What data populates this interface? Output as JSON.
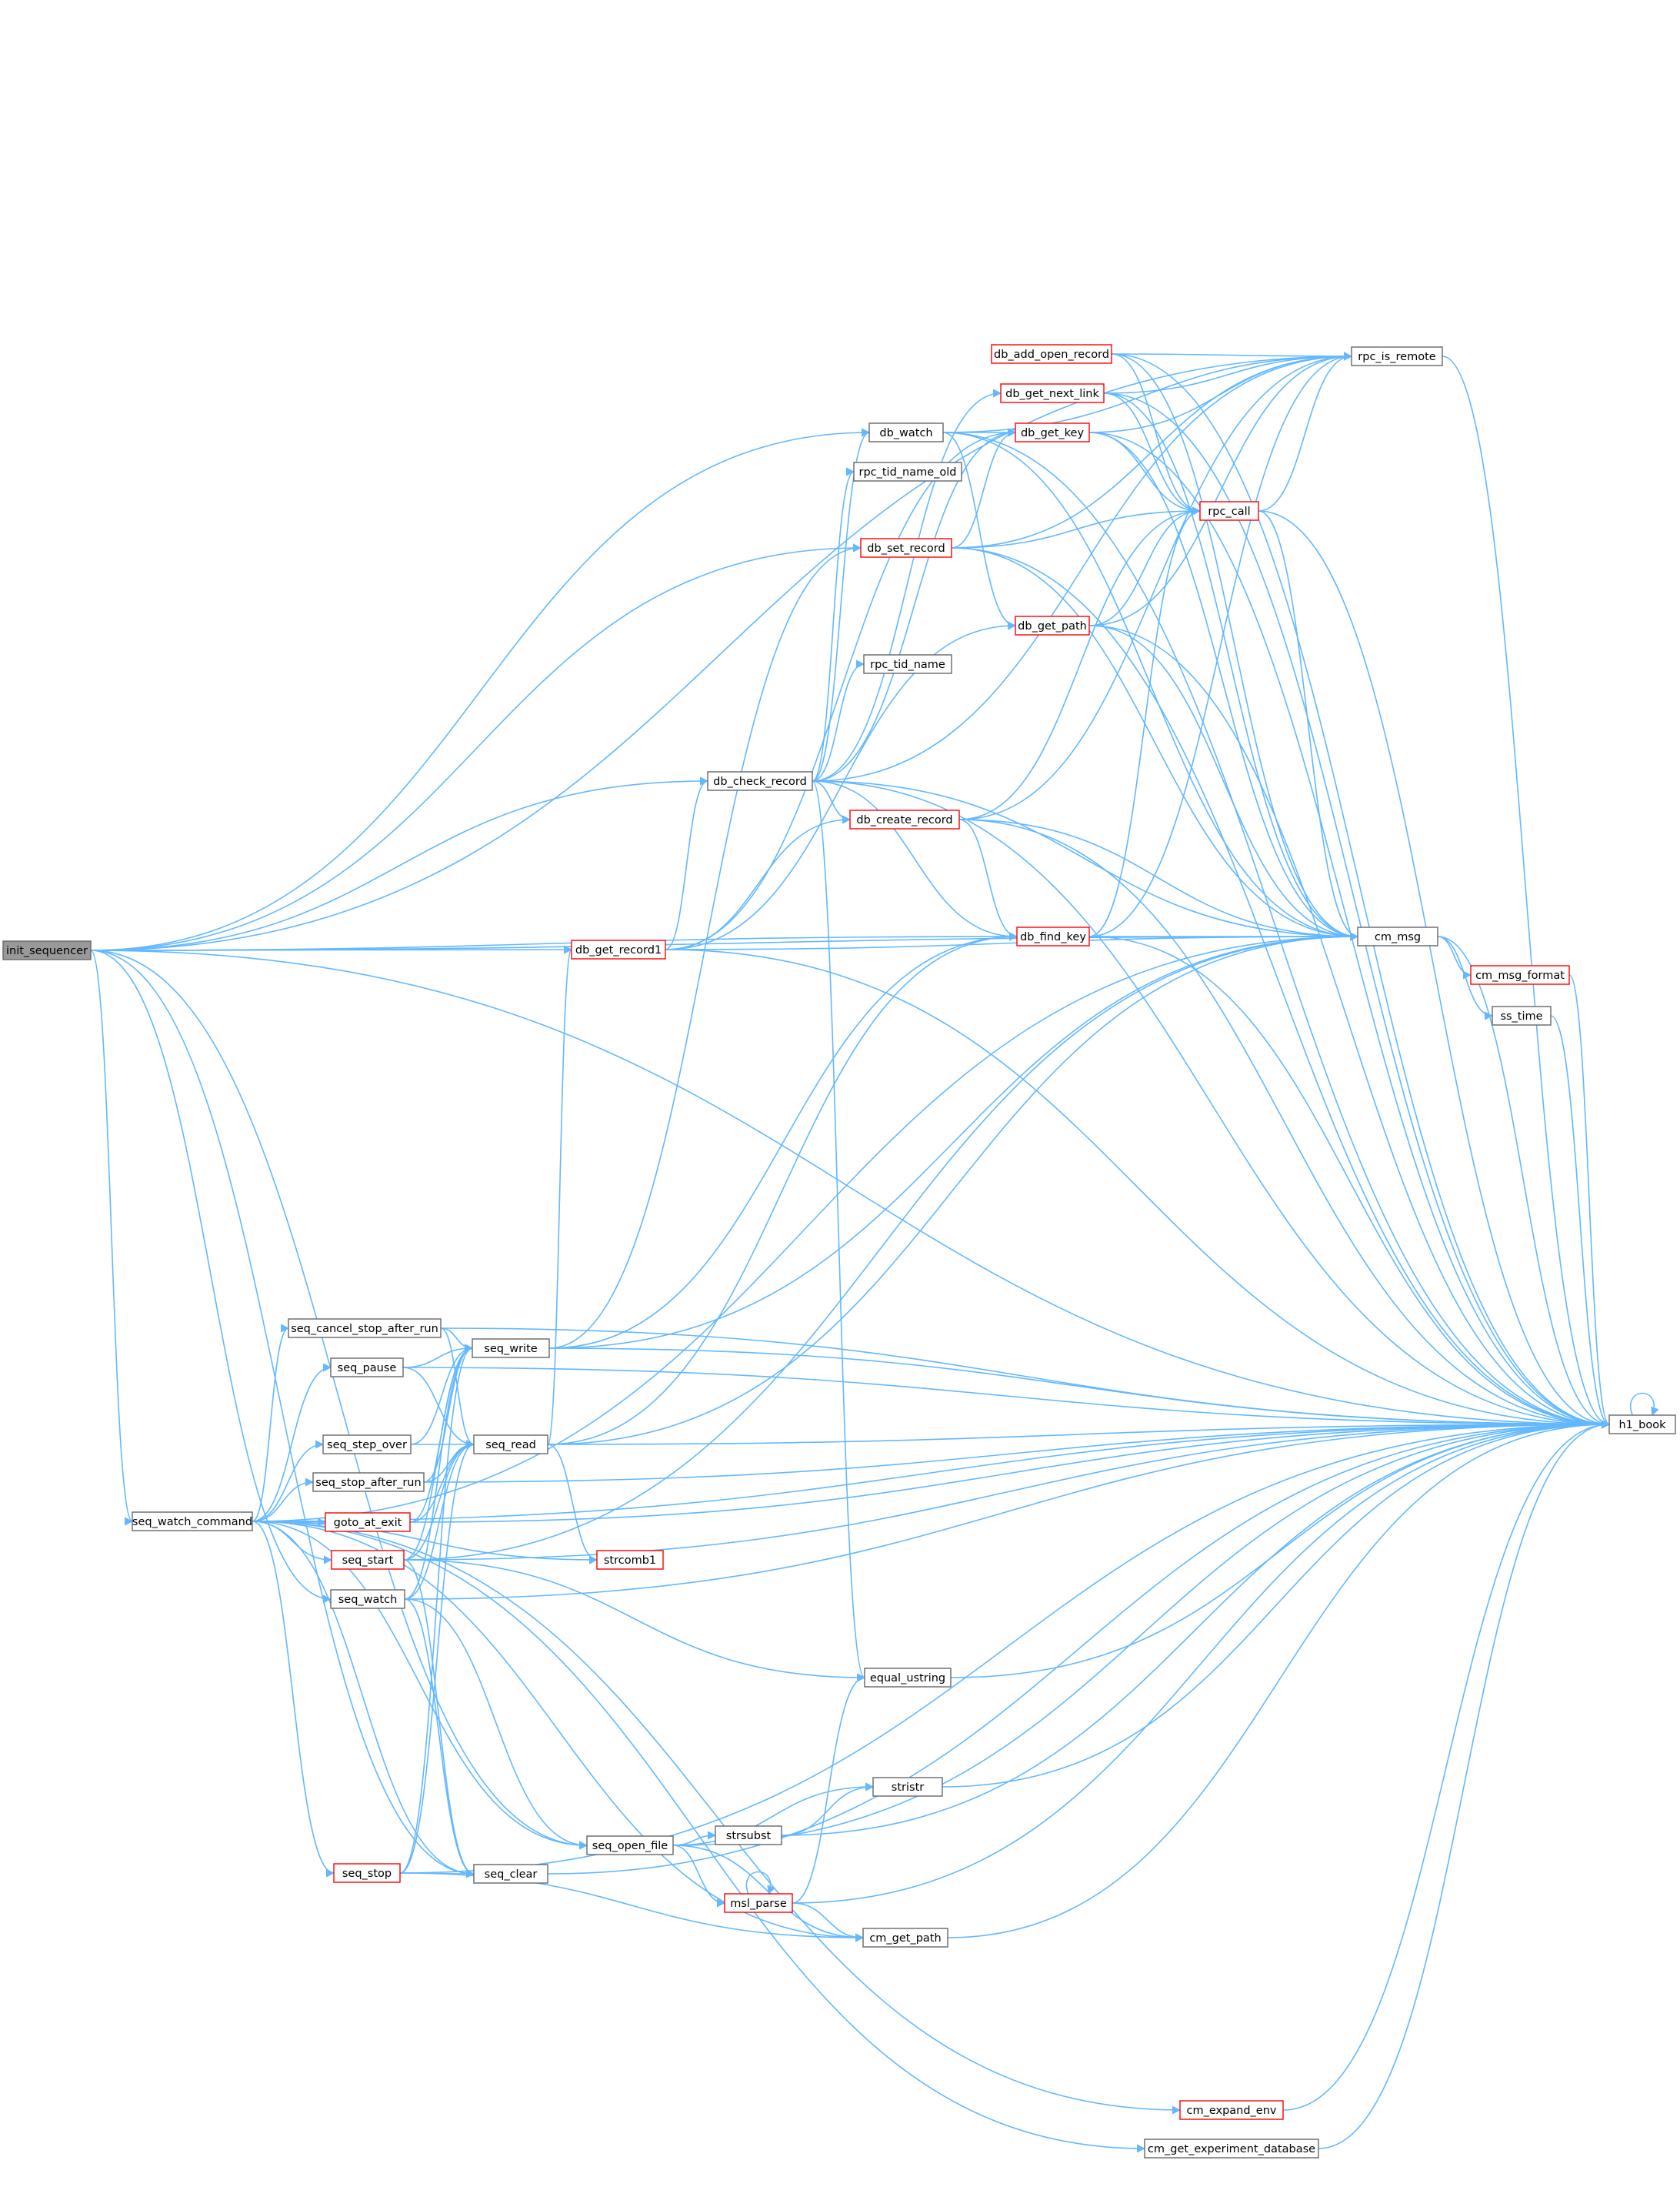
{
  "graph": {
    "edge_color": "#63b8ff",
    "node_border_color": "#666666",
    "highlight_border_color": "#ff0000",
    "root_fill_color": "#999999",
    "nodes": [
      {
        "id": "init_sequencer",
        "label": "init_sequencer",
        "style": "root"
      },
      {
        "id": "seq_watch_command",
        "label": "seq_watch_command",
        "style": "normal"
      },
      {
        "id": "seq_cancel_stop_after_run",
        "label": "seq_cancel_stop_after_run",
        "style": "normal"
      },
      {
        "id": "seq_pause",
        "label": "seq_pause",
        "style": "normal"
      },
      {
        "id": "seq_step_over",
        "label": "seq_step_over",
        "style": "normal"
      },
      {
        "id": "seq_stop_after_run",
        "label": "seq_stop_after_run",
        "style": "normal"
      },
      {
        "id": "goto_at_exit",
        "label": "goto_at_exit",
        "style": "red"
      },
      {
        "id": "seq_start",
        "label": "seq_start",
        "style": "red"
      },
      {
        "id": "seq_watch",
        "label": "seq_watch",
        "style": "normal"
      },
      {
        "id": "seq_stop",
        "label": "seq_stop",
        "style": "red"
      },
      {
        "id": "seq_write",
        "label": "seq_write",
        "style": "normal"
      },
      {
        "id": "seq_read",
        "label": "seq_read",
        "style": "normal"
      },
      {
        "id": "seq_clear",
        "label": "seq_clear",
        "style": "normal"
      },
      {
        "id": "seq_open_file",
        "label": "seq_open_file",
        "style": "normal"
      },
      {
        "id": "strcomb1",
        "label": "strcomb1",
        "style": "red"
      },
      {
        "id": "db_get_record1",
        "label": "db_get_record1",
        "style": "red"
      },
      {
        "id": "db_check_record",
        "label": "db_check_record",
        "style": "normal"
      },
      {
        "id": "db_watch",
        "label": "db_watch",
        "style": "normal"
      },
      {
        "id": "rpc_tid_name_old",
        "label": "rpc_tid_name_old",
        "style": "normal"
      },
      {
        "id": "db_set_record",
        "label": "db_set_record",
        "style": "red"
      },
      {
        "id": "rpc_tid_name",
        "label": "rpc_tid_name",
        "style": "normal"
      },
      {
        "id": "db_create_record",
        "label": "db_create_record",
        "style": "red"
      },
      {
        "id": "equal_ustring",
        "label": "equal_ustring",
        "style": "normal"
      },
      {
        "id": "stristr",
        "label": "stristr",
        "style": "normal"
      },
      {
        "id": "strsubst",
        "label": "strsubst",
        "style": "normal"
      },
      {
        "id": "msl_parse",
        "label": "msl_parse",
        "style": "red"
      },
      {
        "id": "cm_get_path",
        "label": "cm_get_path",
        "style": "normal"
      },
      {
        "id": "db_add_open_record",
        "label": "db_add_open_record",
        "style": "red"
      },
      {
        "id": "db_get_next_link",
        "label": "db_get_next_link",
        "style": "red"
      },
      {
        "id": "db_get_key",
        "label": "db_get_key",
        "style": "red"
      },
      {
        "id": "db_get_path",
        "label": "db_get_path",
        "style": "red"
      },
      {
        "id": "db_find_key",
        "label": "db_find_key",
        "style": "red"
      },
      {
        "id": "rpc_call",
        "label": "rpc_call",
        "style": "red"
      },
      {
        "id": "rpc_is_remote",
        "label": "rpc_is_remote",
        "style": "normal"
      },
      {
        "id": "cm_msg",
        "label": "cm_msg",
        "style": "normal"
      },
      {
        "id": "cm_msg_format",
        "label": "cm_msg_format",
        "style": "red"
      },
      {
        "id": "ss_time",
        "label": "ss_time",
        "style": "normal"
      },
      {
        "id": "h1_book",
        "label": "h1_book",
        "style": "normal"
      },
      {
        "id": "cm_expand_env",
        "label": "cm_expand_env",
        "style": "red"
      },
      {
        "id": "cm_get_experiment_database",
        "label": "cm_get_experiment_database",
        "style": "normal"
      }
    ],
    "edges": [
      [
        "init_sequencer",
        "h1_book"
      ],
      [
        "init_sequencer",
        "rpc_is_remote"
      ],
      [
        "init_sequencer",
        "db_watch"
      ],
      [
        "init_sequencer",
        "db_set_record"
      ],
      [
        "init_sequencer",
        "db_check_record"
      ],
      [
        "init_sequencer",
        "db_find_key"
      ],
      [
        "init_sequencer",
        "db_get_record1"
      ],
      [
        "init_sequencer",
        "cm_msg"
      ],
      [
        "init_sequencer",
        "seq_watch_command"
      ],
      [
        "init_sequencer",
        "seq_watch"
      ],
      [
        "init_sequencer",
        "seq_clear"
      ],
      [
        "init_sequencer",
        "seq_open_file"
      ],
      [
        "seq_watch_command",
        "seq_cancel_stop_after_run"
      ],
      [
        "seq_watch_command",
        "seq_pause"
      ],
      [
        "seq_watch_command",
        "seq_step_over"
      ],
      [
        "seq_watch_command",
        "seq_stop_after_run"
      ],
      [
        "seq_watch_command",
        "goto_at_exit"
      ],
      [
        "seq_watch_command",
        "seq_start"
      ],
      [
        "seq_watch_command",
        "seq_stop"
      ],
      [
        "seq_watch_command",
        "seq_open_file"
      ],
      [
        "seq_watch_command",
        "seq_clear"
      ],
      [
        "seq_watch_command",
        "strcomb1"
      ],
      [
        "seq_watch_command",
        "cm_msg"
      ],
      [
        "seq_watch_command",
        "h1_book"
      ],
      [
        "seq_watch_command",
        "cm_expand_env"
      ],
      [
        "seq_watch_command",
        "cm_get_experiment_database"
      ],
      [
        "seq_watch_command",
        "cm_get_path"
      ],
      [
        "seq_cancel_stop_after_run",
        "seq_write"
      ],
      [
        "seq_cancel_stop_after_run",
        "seq_read"
      ],
      [
        "seq_cancel_stop_after_run",
        "h1_book"
      ],
      [
        "seq_pause",
        "seq_write"
      ],
      [
        "seq_pause",
        "seq_read"
      ],
      [
        "seq_pause",
        "h1_book"
      ],
      [
        "seq_step_over",
        "seq_write"
      ],
      [
        "seq_step_over",
        "seq_read"
      ],
      [
        "seq_stop_after_run",
        "seq_write"
      ],
      [
        "seq_stop_after_run",
        "seq_read"
      ],
      [
        "seq_stop_after_run",
        "h1_book"
      ],
      [
        "goto_at_exit",
        "seq_write"
      ],
      [
        "goto_at_exit",
        "seq_read"
      ],
      [
        "goto_at_exit",
        "h1_book"
      ],
      [
        "seq_start",
        "seq_write"
      ],
      [
        "seq_start",
        "seq_read"
      ],
      [
        "seq_start",
        "cm_msg"
      ],
      [
        "seq_start",
        "equal_ustring"
      ],
      [
        "seq_start",
        "seq_clear"
      ],
      [
        "seq_start",
        "h1_book"
      ],
      [
        "seq_watch",
        "seq_write"
      ],
      [
        "seq_watch",
        "seq_read"
      ],
      [
        "seq_watch",
        "h1_book"
      ],
      [
        "seq_watch",
        "seq_clear"
      ],
      [
        "seq_watch",
        "seq_open_file"
      ],
      [
        "seq_stop",
        "seq_write"
      ],
      [
        "seq_stop",
        "seq_read"
      ],
      [
        "seq_stop",
        "seq_clear"
      ],
      [
        "seq_stop",
        "cm_get_path"
      ],
      [
        "seq_stop",
        "h1_book"
      ],
      [
        "seq_write",
        "db_set_record"
      ],
      [
        "seq_write",
        "db_find_key"
      ],
      [
        "seq_write",
        "cm_msg"
      ],
      [
        "seq_write",
        "h1_book"
      ],
      [
        "seq_read",
        "db_get_record1"
      ],
      [
        "seq_read",
        "db_find_key"
      ],
      [
        "seq_read",
        "cm_msg"
      ],
      [
        "seq_read",
        "strcomb1"
      ],
      [
        "seq_read",
        "h1_book"
      ],
      [
        "seq_clear",
        "h1_book"
      ],
      [
        "seq_open_file",
        "stristr"
      ],
      [
        "seq_open_file",
        "strsubst"
      ],
      [
        "seq_open_file",
        "msl_parse"
      ],
      [
        "seq_open_file",
        "cm_get_path"
      ],
      [
        "seq_open_file",
        "h1_book"
      ],
      [
        "strsubst",
        "stristr"
      ],
      [
        "strsubst",
        "h1_book"
      ],
      [
        "stristr",
        "h1_book"
      ],
      [
        "msl_parse",
        "msl_parse"
      ],
      [
        "msl_parse",
        "equal_ustring"
      ],
      [
        "msl_parse",
        "cm_get_path"
      ],
      [
        "msl_parse",
        "h1_book"
      ],
      [
        "equal_ustring",
        "h1_book"
      ],
      [
        "db_get_record1",
        "db_check_record"
      ],
      [
        "db_get_record1",
        "db_create_record"
      ],
      [
        "db_get_record1",
        "db_get_key"
      ],
      [
        "db_get_record1",
        "db_get_path"
      ],
      [
        "db_get_record1",
        "cm_msg"
      ],
      [
        "db_get_record1",
        "h1_book"
      ],
      [
        "db_check_record",
        "db_watch"
      ],
      [
        "db_check_record",
        "rpc_tid_name_old"
      ],
      [
        "db_check_record",
        "db_get_next_link"
      ],
      [
        "db_check_record",
        "db_get_key"
      ],
      [
        "db_check_record",
        "rpc_tid_name"
      ],
      [
        "db_check_record",
        "db_create_record"
      ],
      [
        "db_check_record",
        "db_find_key"
      ],
      [
        "db_check_record",
        "equal_ustring"
      ],
      [
        "db_check_record",
        "rpc_is_remote"
      ],
      [
        "db_check_record",
        "cm_msg"
      ],
      [
        "db_check_record",
        "h1_book"
      ],
      [
        "db_watch",
        "db_get_key"
      ],
      [
        "db_watch",
        "db_get_path"
      ],
      [
        "db_watch",
        "rpc_is_remote"
      ],
      [
        "db_watch",
        "cm_msg"
      ],
      [
        "db_watch",
        "h1_book"
      ],
      [
        "db_set_record",
        "db_get_key"
      ],
      [
        "db_set_record",
        "rpc_call"
      ],
      [
        "db_set_record",
        "rpc_is_remote"
      ],
      [
        "db_set_record",
        "cm_msg"
      ],
      [
        "db_set_record",
        "h1_book"
      ],
      [
        "db_create_record",
        "db_find_key"
      ],
      [
        "db_create_record",
        "rpc_call"
      ],
      [
        "db_create_record",
        "rpc_is_remote"
      ],
      [
        "db_create_record",
        "cm_msg"
      ],
      [
        "db_create_record",
        "h1_book"
      ],
      [
        "db_add_open_record",
        "rpc_is_remote"
      ],
      [
        "db_add_open_record",
        "rpc_call"
      ],
      [
        "db_add_open_record",
        "cm_msg"
      ],
      [
        "db_add_open_record",
        "h1_book"
      ],
      [
        "db_get_next_link",
        "rpc_is_remote"
      ],
      [
        "db_get_next_link",
        "rpc_call"
      ],
      [
        "db_get_next_link",
        "cm_msg"
      ],
      [
        "db_get_next_link",
        "h1_book"
      ],
      [
        "db_get_key",
        "rpc_is_remote"
      ],
      [
        "db_get_key",
        "rpc_call"
      ],
      [
        "db_get_key",
        "cm_msg"
      ],
      [
        "db_get_key",
        "h1_book"
      ],
      [
        "db_get_path",
        "rpc_is_remote"
      ],
      [
        "db_get_path",
        "rpc_call"
      ],
      [
        "db_get_path",
        "cm_msg"
      ],
      [
        "db_get_path",
        "h1_book"
      ],
      [
        "db_find_key",
        "rpc_call"
      ],
      [
        "db_find_key",
        "rpc_is_remote"
      ],
      [
        "db_find_key",
        "cm_msg"
      ],
      [
        "db_find_key",
        "h1_book"
      ],
      [
        "rpc_call",
        "rpc_is_remote"
      ],
      [
        "rpc_call",
        "cm_msg"
      ],
      [
        "rpc_call",
        "h1_book"
      ],
      [
        "rpc_is_remote",
        "h1_book"
      ],
      [
        "cm_msg",
        "cm_msg_format"
      ],
      [
        "cm_msg",
        "ss_time"
      ],
      [
        "cm_msg",
        "h1_book"
      ],
      [
        "cm_msg_format",
        "h1_book"
      ],
      [
        "ss_time",
        "h1_book"
      ],
      [
        "h1_book",
        "h1_book"
      ],
      [
        "cm_expand_env",
        "h1_book"
      ],
      [
        "cm_get_experiment_database",
        "h1_book"
      ],
      [
        "cm_get_path",
        "h1_book"
      ]
    ]
  }
}
